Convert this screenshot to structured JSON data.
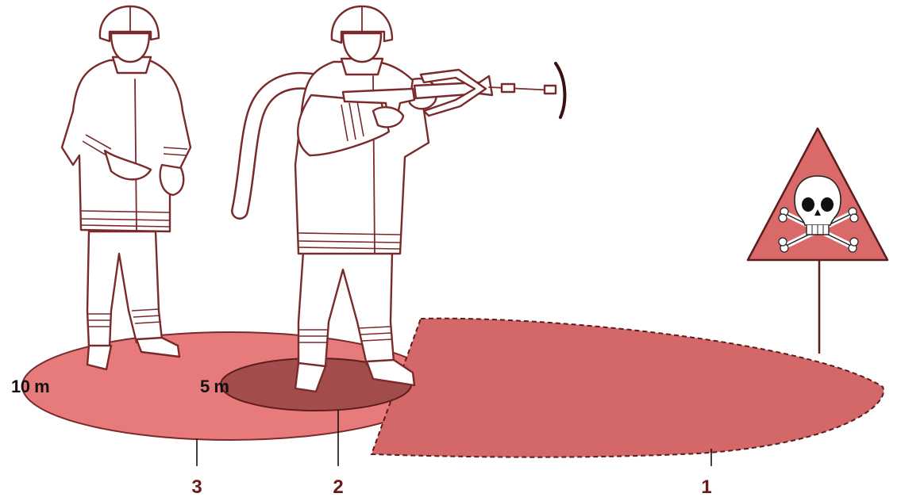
{
  "zones": {
    "outer_radius_label": "10 m",
    "inner_radius_label": "5 m",
    "colors": {
      "outer_zone": "#e77b7b",
      "inner_zone": "#a34c4c",
      "danger_area": "#d46767",
      "outline": "#7a2a2a",
      "sign": "#da6a6a"
    }
  },
  "callouts": [
    {
      "number": "3"
    },
    {
      "number": "2"
    },
    {
      "number": "1"
    }
  ],
  "icons": [
    "firefighter-standing-icon",
    "firefighter-with-nozzle-icon",
    "skull-crossbones-warning-icon"
  ]
}
